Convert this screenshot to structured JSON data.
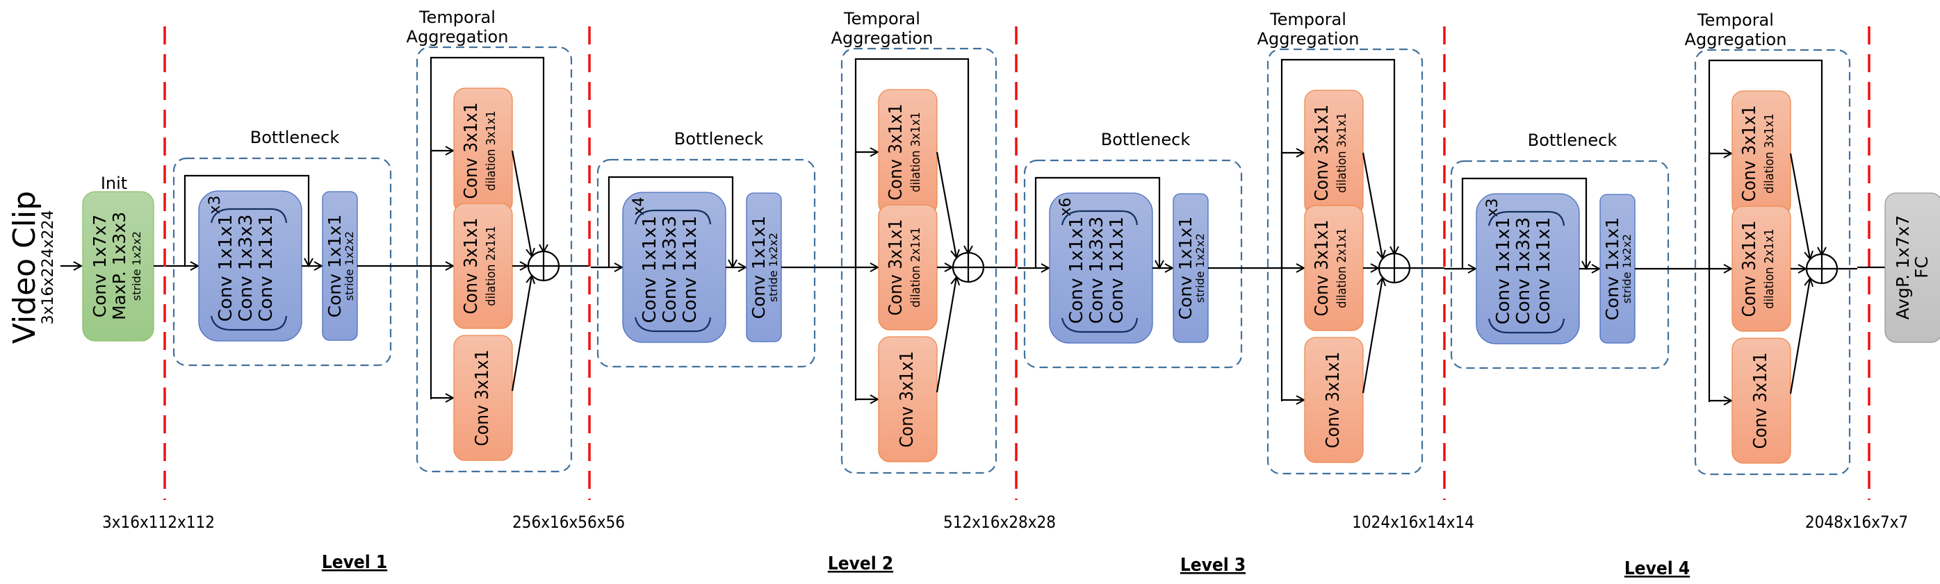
{
  "input": {
    "title": "Video Clip",
    "shape": "3x16x224x224"
  },
  "init": {
    "label": "Init",
    "lines": [
      "Conv 1x7x7",
      "MaxP.  1x3x3"
    ],
    "stride": "stride 1x2x2"
  },
  "levels": [
    {
      "label": "Level 1",
      "bottleneck": {
        "title": "Bottleneck",
        "repeat": "x3",
        "convs": [
          "Conv 1x1x1",
          "Conv 1x3x3",
          "Conv 1x1x1"
        ],
        "down_conv": "Conv 1x1x1",
        "down_stride": "stride 1x2x2"
      },
      "temporal": {
        "title_line1": "Temporal",
        "title_line2": "Aggregation",
        "branches": [
          {
            "conv": "Conv 3x1x1",
            "dilation": "dilation 3x1x1"
          },
          {
            "conv": "Conv 3x1x1",
            "dilation": "dilation 2x1x1"
          },
          {
            "conv": "Conv 3x1x1",
            "dilation": ""
          }
        ]
      },
      "output_shape": "256x16x56x56"
    },
    {
      "label": "Level 2",
      "bottleneck": {
        "title": "Bottleneck",
        "repeat": "x4",
        "convs": [
          "Conv 1x1x1",
          "Conv 1x3x3",
          "Conv 1x1x1"
        ],
        "down_conv": "Conv 1x1x1",
        "down_stride": "stride 1x2x2"
      },
      "temporal": {
        "title_line1": "Temporal",
        "title_line2": "Aggregation",
        "branches": [
          {
            "conv": "Conv 3x1x1",
            "dilation": "dilation 3x1x1"
          },
          {
            "conv": "Conv 3x1x1",
            "dilation": "dilation 2x1x1"
          },
          {
            "conv": "Conv 3x1x1",
            "dilation": ""
          }
        ]
      },
      "output_shape": "512x16x28x28"
    },
    {
      "label": "Level 3",
      "bottleneck": {
        "title": "Bottleneck",
        "repeat": "x6",
        "convs": [
          "Conv 1x1x1",
          "Conv 1x3x3",
          "Conv 1x1x1"
        ],
        "down_conv": "Conv 1x1x1",
        "down_stride": "stride 1x2x2"
      },
      "temporal": {
        "title_line1": "Temporal",
        "title_line2": "Aggregation",
        "branches": [
          {
            "conv": "Conv 3x1x1",
            "dilation": "dilation 3x1x1"
          },
          {
            "conv": "Conv 3x1x1",
            "dilation": "dilation 2x1x1"
          },
          {
            "conv": "Conv 3x1x1",
            "dilation": ""
          }
        ]
      },
      "output_shape": "1024x16x14x14"
    },
    {
      "label": "Level 4",
      "bottleneck": {
        "title": "Bottleneck",
        "repeat": "x3",
        "convs": [
          "Conv 1x1x1",
          "Conv 1x3x3",
          "Conv 1x1x1"
        ],
        "down_conv": "Conv 1x1x1",
        "down_stride": "stride 1x2x2"
      },
      "temporal": {
        "title_line1": "Temporal",
        "title_line2": "Aggregation",
        "branches": [
          {
            "conv": "Conv 3x1x1",
            "dilation": "dilation 3x1x1"
          },
          {
            "conv": "Conv 3x1x1",
            "dilation": "dilation 2x1x1"
          },
          {
            "conv": "Conv 3x1x1",
            "dilation": ""
          }
        ]
      },
      "output_shape": "2048x16x7x7"
    }
  ],
  "init_output_shape": "3x16x112x112",
  "head": {
    "lines": [
      "AvgP. 1x7x7",
      "FC"
    ]
  },
  "colors": {
    "init_fill_top": "#b5d6a5",
    "init_fill_bottom": "#9bc986",
    "bottleneck_fill_top": "#a6b6e0",
    "bottleneck_fill_bottom": "#8aa0d8",
    "temporal_fill_top": "#f5bca3",
    "temporal_fill_bottom": "#f4a07c",
    "head_fill": "#c8c8c8",
    "divider": "#ee1111",
    "group_border": "#41719c"
  }
}
